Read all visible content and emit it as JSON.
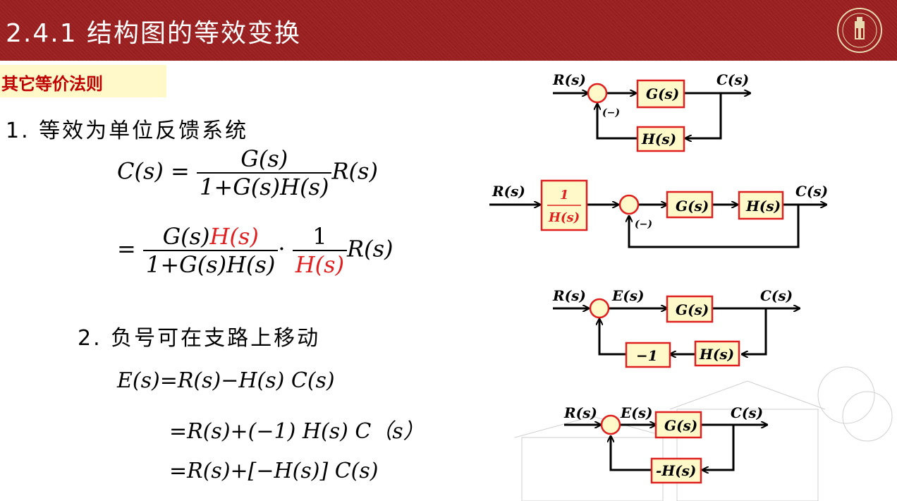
{
  "header": {
    "title": "2.4.1 结构图的等效变换"
  },
  "subhead": {
    "label": "其它等价法则"
  },
  "section1": {
    "heading": "1.  等效为单位反馈系统",
    "eq1": {
      "lhs": "C(s) =",
      "num": "G(s)",
      "den": "1+G(s)H(s)",
      "rhs": "R(s)"
    },
    "eq2": {
      "lhs": "=",
      "num_a": "G(s)",
      "num_b": "H(s)",
      "den1": "1+G(s)H(s)",
      "dot": "·",
      "num2": "1",
      "den2": "H(s)",
      "rhs": "R(s)"
    }
  },
  "section2": {
    "heading": "2.  负号可在支路上移动",
    "lines": [
      "E(s)=R(s)−H(s) C(s)",
      "=R(s)+(−1) H(s) C（s）",
      "=R(s)+[−H(s)] C(s)"
    ]
  },
  "diagrams": {
    "d1": {
      "input": "R(s)",
      "output": "C(s)",
      "forward": "G(s)",
      "feedback": "H(s)",
      "sign": "(−)"
    },
    "d2": {
      "input": "R(s)",
      "output": "C(s)",
      "pre_num": "1",
      "pre_den": "H(s)",
      "forward1": "G(s)",
      "forward2": "H(s)",
      "sign": "(−)"
    },
    "d3": {
      "input": "R(s)",
      "error": "E(s)",
      "output": "C(s)",
      "forward": "G(s)",
      "fb1": "H(s)",
      "fb2": "−1"
    },
    "d4": {
      "input": "R(s)",
      "error": "E(s)",
      "output": "C(s)",
      "forward": "G(s)",
      "feedback": "-H(s)"
    }
  },
  "colors": {
    "banner": "#9c1f1f",
    "block_fill": "#fff8c8",
    "block_stroke": "#e02020",
    "accent_red": "#c00000"
  }
}
